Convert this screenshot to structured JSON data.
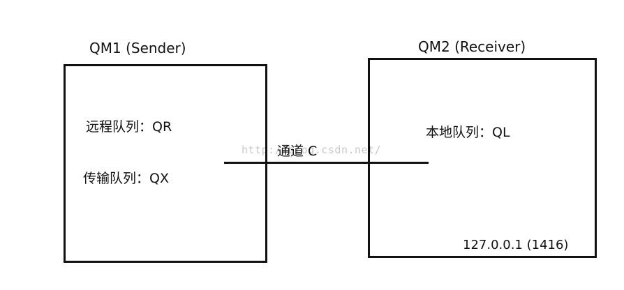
{
  "sender": {
    "title": "QM1 (Sender)",
    "remote_queue": "远程队列：QR",
    "transmission_queue": "传输队列：QX"
  },
  "receiver": {
    "title": "QM2 (Receiver)",
    "local_queue": "本地队列：QL",
    "address": "127.0.0.1 (1416)"
  },
  "channel": {
    "label": "通道 C"
  },
  "watermark": {
    "text": "http://blog.csdn.net/"
  }
}
